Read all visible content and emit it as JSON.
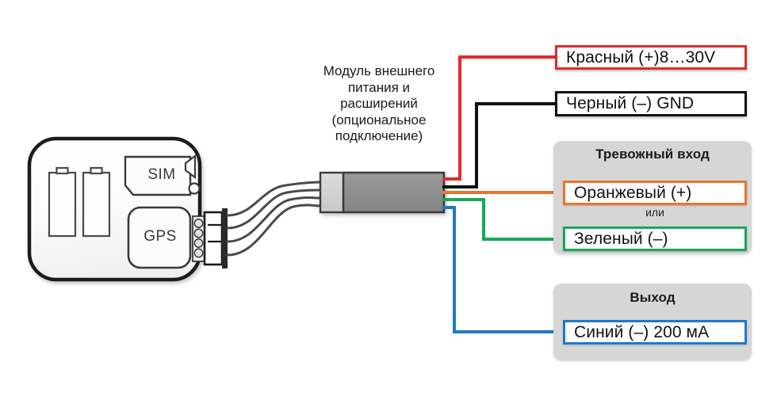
{
  "diagram": {
    "title_caption": "Модуль внешнего\nпитания и\nрасширений\n(опциональное\nподключение)",
    "device": {
      "sim_label": "SIM",
      "gps_label": "GPS"
    },
    "connector": {
      "pins": 4
    },
    "module": {
      "wires_in": 4,
      "wires_out": 5
    }
  },
  "labels": {
    "power_red": "Красный (+)8…30V",
    "power_black": "Черный (–) GND",
    "alarm_title": "Тревожный вход",
    "alarm_orange": "Оранжевый (+)",
    "alarm_or": "или",
    "alarm_green": "Зеленый (–)",
    "output_title": "Выход",
    "output_blue": "Синий (–) 200 мА"
  },
  "colors": {
    "red": "#e12b2b",
    "black": "#111111",
    "orange": "#e8762c",
    "green": "#16a85a",
    "blue": "#1f7ac4",
    "panel_bg": "#d6d6d6",
    "module_body": "#8e8e8e",
    "module_cap": "#d2d2d2",
    "device_outline": "#1a1a1a",
    "wire_gray": "#4a4a4a"
  }
}
